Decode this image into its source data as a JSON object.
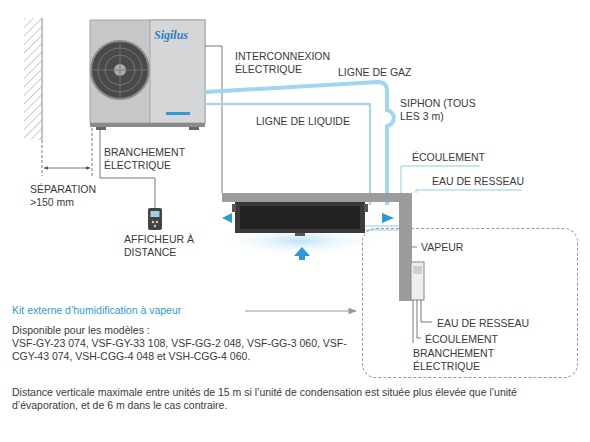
{
  "diagram": {
    "nodes": [
      {
        "text": [
          "Sigilus"
        ]
      },
      {
        "text": [
          "VAPEUR",
          "EAU DE RESSEAU",
          "ÉCOULEMENT",
          "BRANCHEMENT ÉLECTRIQUE"
        ]
      }
    ],
    "labels": [
      "INTERCONNEXION ÉLECTRIQUE",
      "LIGNE DE GAZ",
      "LIGNE DE LIQUIDE",
      "SIPHON (TOUS LES 3 m)",
      "BRANCHEMENT ÉLECTRIQUE",
      "SÉPARATION >150 mm",
      "AFFICHEUR À DISTANCE",
      "ÉCOULEMENT",
      "EAU DE RESSEAU",
      "Kit externe d’humidification à vapeur",
      "Disponible pour les modèles :",
      "VSF-GY-23 074, VSF-GY-33 108, VSF-GG-2 048, VSF-GG-3 060, VSF-CGY-43 074, VSH-CGG-4 048 et VSH-CGG-4 060.",
      "Distance verticale maximale entre unités de 15 m si l’unité de condensation est située plus élevée que l’unité d’évaporation, et de 6 m dans le cas contraire."
    ]
  }
}
